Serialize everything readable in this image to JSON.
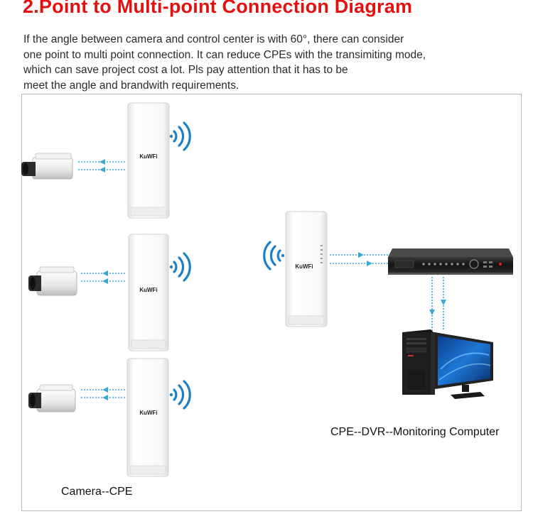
{
  "header": {
    "title": "2.Point to Multi-point Connection Diagram"
  },
  "description": {
    "lines": [
      "If the angle between camera and control center is with 60°, there can consider",
      "one point to multi point connection. It can reduce CPEs with the transimiting mode,",
      "which can save project cost a lot. Pls pay attention that it has to be",
      "meet the angle and brandwith requirements."
    ]
  },
  "diagram": {
    "brand_text": "KuWFi",
    "left_label": "Camera--CPE",
    "right_label": "CPE--DVR--Monitoring Computer",
    "colors": {
      "title_red": "#e3100f",
      "wifi_blue": "#1f7fc6",
      "link_blue": "#3aa7d8"
    }
  }
}
